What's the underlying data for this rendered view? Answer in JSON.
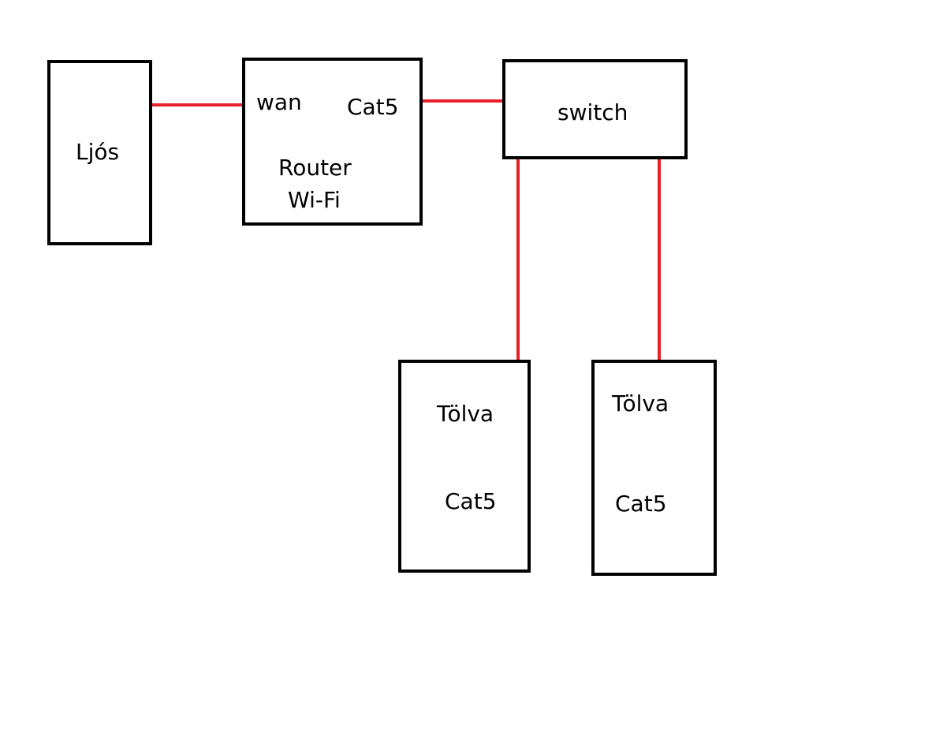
{
  "nodes": {
    "ljos": {
      "label": "Ljós"
    },
    "router": {
      "port_wan": "wan",
      "port_lan": "Cat5",
      "name_line1": "Router",
      "name_line2": "Wi-Fi"
    },
    "switch": {
      "label": "switch"
    },
    "tolva1": {
      "name": "Tölva",
      "port": "Cat5"
    },
    "tolva2": {
      "name": "Tölva",
      "port": "Cat5"
    }
  },
  "colors": {
    "cable": "#e8202a",
    "box_border": "#000000",
    "background": "#ffffff"
  }
}
